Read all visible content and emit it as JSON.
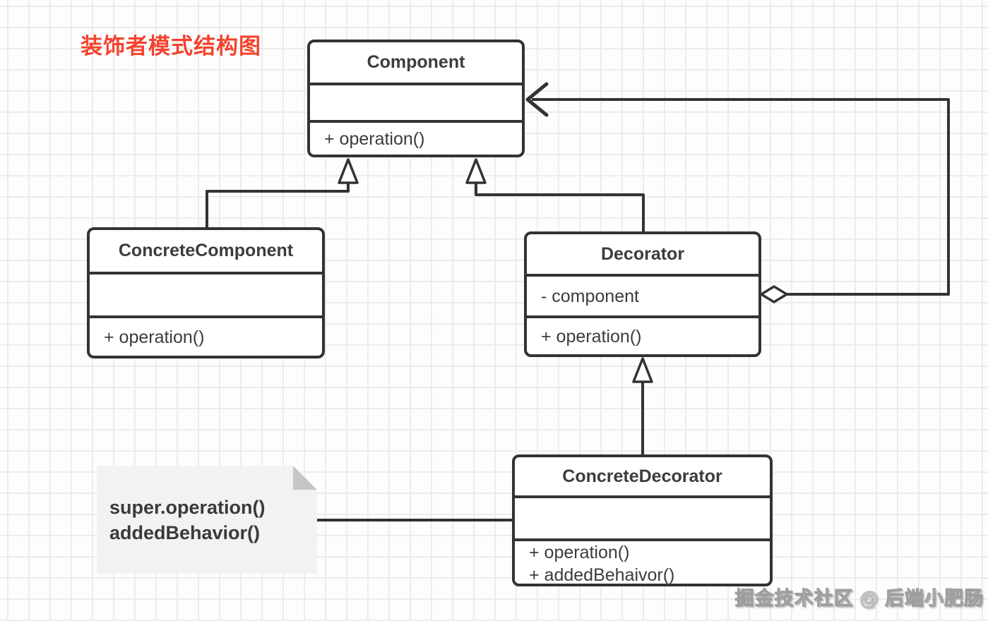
{
  "title": {
    "text": "装饰者模式结构图"
  },
  "classes": {
    "component": {
      "name": "Component",
      "attributes": [],
      "methods": [
        "+ operation()"
      ]
    },
    "concrete_component": {
      "name": "ConcreteComponent",
      "attributes": [],
      "methods": [
        "+ operation()"
      ]
    },
    "decorator": {
      "name": "Decorator",
      "attributes": [
        "- component"
      ],
      "methods": [
        "+ operation()"
      ]
    },
    "concrete_decorator": {
      "name": "ConcreteDecorator",
      "attributes": [],
      "methods": [
        "+ operation()",
        "+ addedBehaivor()"
      ]
    }
  },
  "note": {
    "lines": [
      "super.operation()",
      "addedBehavior()"
    ]
  },
  "relationships": [
    {
      "type": "inheritance",
      "from": "ConcreteComponent",
      "to": "Component"
    },
    {
      "type": "inheritance",
      "from": "Decorator",
      "to": "Component"
    },
    {
      "type": "inheritance",
      "from": "ConcreteDecorator",
      "to": "Decorator"
    },
    {
      "type": "aggregation",
      "from": "Decorator",
      "to": "Component"
    },
    {
      "type": "note-link",
      "from": "note",
      "to": "ConcreteDecorator"
    }
  ],
  "watermark": {
    "text": "掘金技术社区 @ 后端小肥肠"
  },
  "colors": {
    "line": "#333333",
    "title_red": "#f4432e",
    "note_bg": "#f2f2f2",
    "note_fold": "#c6c6c6"
  }
}
